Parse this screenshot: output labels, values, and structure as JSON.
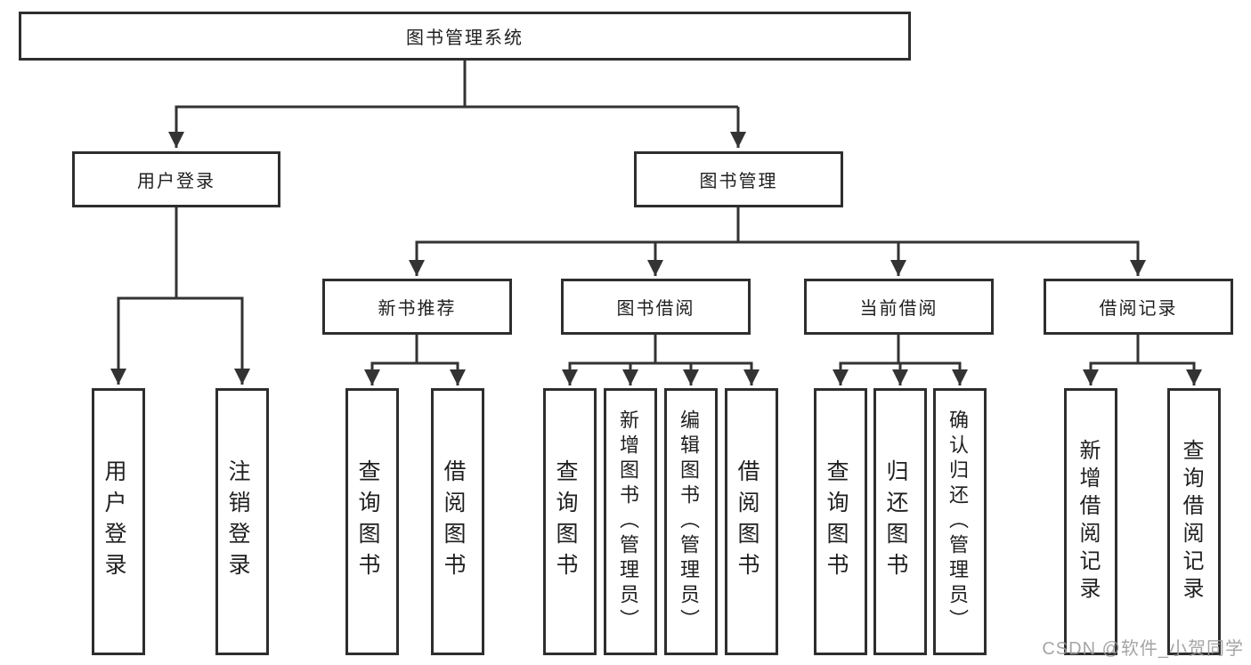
{
  "diagram": {
    "root": {
      "label": "图书管理系统"
    },
    "level2": [
      {
        "label": "用户登录"
      },
      {
        "label": "图书管理"
      }
    ],
    "level3": [
      {
        "label": "新书推荐"
      },
      {
        "label": "图书借阅"
      },
      {
        "label": "当前借阅"
      },
      {
        "label": "借阅记录"
      }
    ],
    "leaves": [
      {
        "label": "用户登录"
      },
      {
        "label": "注销登录"
      },
      {
        "label": "查询图书"
      },
      {
        "label": "借阅图书"
      },
      {
        "label": "查询图书"
      },
      {
        "label": "新增图书（管理员）"
      },
      {
        "label": "编辑图书（管理员）"
      },
      {
        "label": "借阅图书"
      },
      {
        "label": "查询图书"
      },
      {
        "label": "归还图书"
      },
      {
        "label": "确认归还（管理员）"
      },
      {
        "label": "新增借阅记录"
      },
      {
        "label": "查询借阅记录"
      }
    ]
  },
  "watermark": {
    "text": "CSDN @软件_小贺同学"
  },
  "colors": {
    "line": "#333333",
    "box_border": "#2e2e2e",
    "text": "#1f1f1f",
    "watermark": "#9c9c9c",
    "background": "#ffffff"
  }
}
